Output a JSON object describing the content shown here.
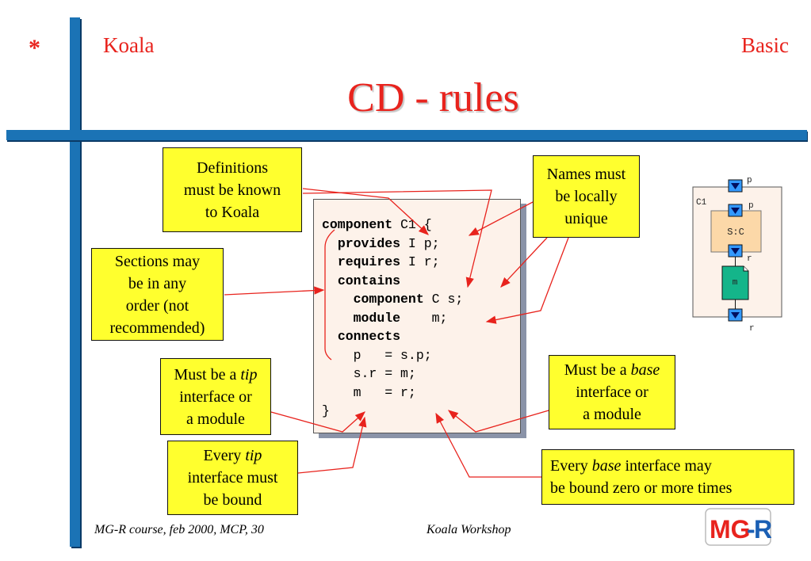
{
  "header": {
    "bullet": "*",
    "left": "Koala",
    "right": "Basic",
    "title": "CD - rules"
  },
  "code": {
    "lines": [
      [
        {
          "t": "component",
          "kw": true
        },
        {
          "t": " C1 {",
          "kw": false
        }
      ],
      [
        {
          "t": "  ",
          "kw": false
        },
        {
          "t": "provides",
          "kw": true
        },
        {
          "t": " I p;",
          "kw": false
        }
      ],
      [
        {
          "t": "  ",
          "kw": false
        },
        {
          "t": "requires",
          "kw": true
        },
        {
          "t": " I r;",
          "kw": false
        }
      ],
      [
        {
          "t": "  ",
          "kw": false
        },
        {
          "t": "contains",
          "kw": true
        }
      ],
      [
        {
          "t": "    ",
          "kw": false
        },
        {
          "t": "component",
          "kw": true
        },
        {
          "t": " C s;",
          "kw": false
        }
      ],
      [
        {
          "t": "    ",
          "kw": false
        },
        {
          "t": "module",
          "kw": true
        },
        {
          "t": "    m;",
          "kw": false
        }
      ],
      [
        {
          "t": "  ",
          "kw": false
        },
        {
          "t": "connects",
          "kw": true
        }
      ],
      [
        {
          "t": "    p   = s.p;",
          "kw": false
        }
      ],
      [
        {
          "t": "    s.r = m;",
          "kw": false
        }
      ],
      [
        {
          "t": "    m   = r;",
          "kw": false
        }
      ],
      [
        {
          "t": "}",
          "kw": false
        }
      ]
    ]
  },
  "notes": {
    "definitions": [
      "Definitions",
      "must be known",
      "to Koala"
    ],
    "names": [
      "Names must",
      "be locally",
      "unique"
    ],
    "sections": [
      "Sections may",
      "be in any",
      "order (not",
      "recommended)"
    ],
    "tip": {
      "l1_pre": "Must be a ",
      "l1_em": "tip",
      "l2": "interface or",
      "l3": "a module"
    },
    "base": {
      "l1_pre": "Must be a ",
      "l1_em": "base",
      "l2": "interface or",
      "l3": "a module"
    },
    "every_tip": {
      "l1_pre": "Every ",
      "l1_em": "tip",
      "l2": "interface must",
      "l3": "be bound"
    },
    "every_base": {
      "l1_pre": "Every ",
      "l1_em": "base",
      "l1_post": " interface may",
      "l2": "be bound zero or more times"
    }
  },
  "diagram": {
    "outer_label": "C1",
    "top_port": "p",
    "inner_top_port": "p",
    "inner_label": "S:C",
    "inner_bottom_port": "r",
    "module_label": "m",
    "bottom_port": "r"
  },
  "footer": {
    "left": "MG-R course, feb 2000, MCP, 30",
    "center": "Koala Workshop"
  },
  "logo": {
    "text_left": "MG",
    "dash": "-",
    "text_right": "R"
  },
  "colors": {
    "accent": "#e8231d",
    "bar": "#1b73b5",
    "note": "#ffff2e",
    "code_bg": "#fdf2ea"
  }
}
